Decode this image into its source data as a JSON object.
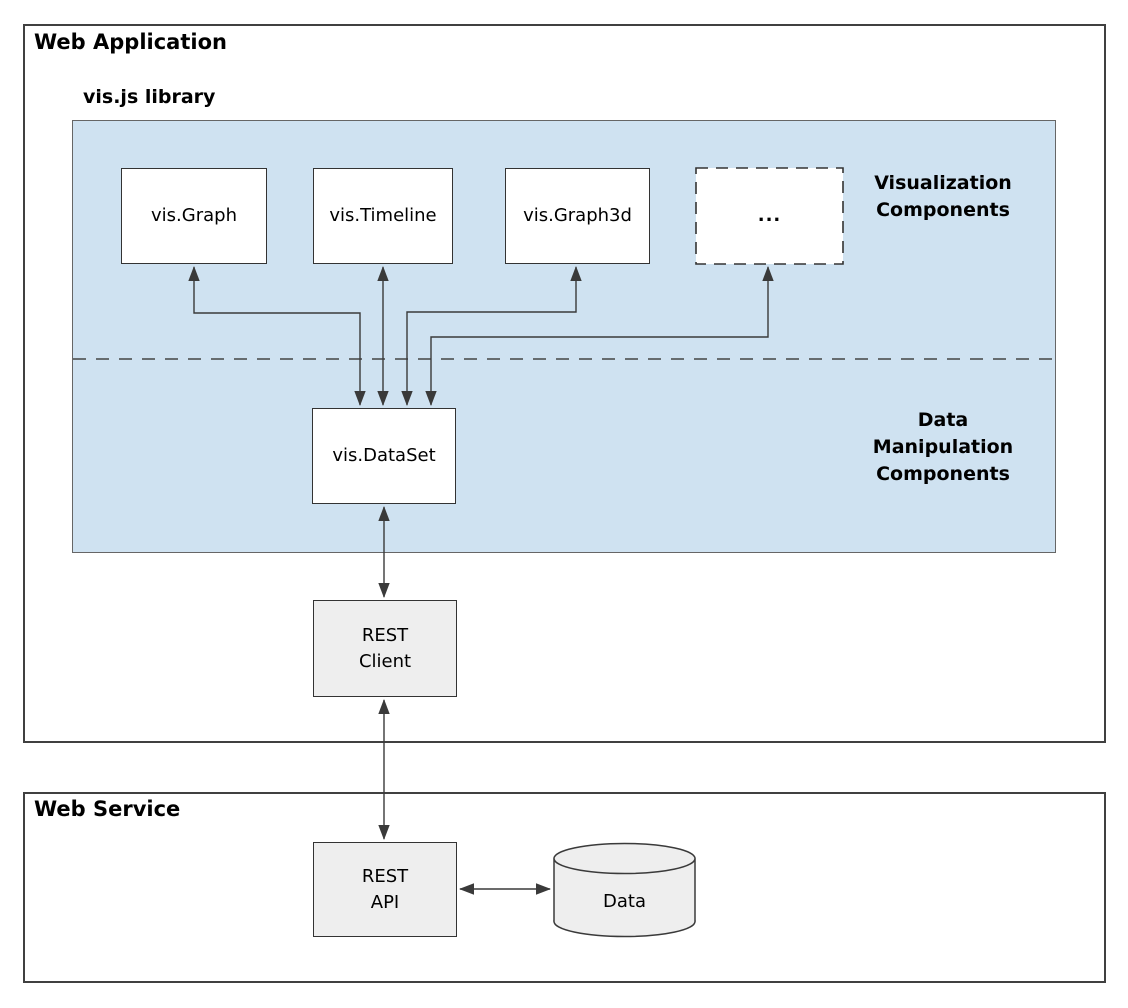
{
  "web_application": {
    "title": "Web Application",
    "vis_library": {
      "label": "vis.js library",
      "visualization_components": [
        {
          "label": "vis.Graph"
        },
        {
          "label": "vis.Timeline"
        },
        {
          "label": "vis.Graph3d"
        },
        {
          "label": "...",
          "style": "dashed-placeholder"
        }
      ],
      "visualization_group_label": {
        "line1": "Visualization",
        "line2": "Components"
      },
      "data_group_label": {
        "line1": "Data",
        "line2": "Manipulation",
        "line3": "Components"
      },
      "dataset": {
        "label": "vis.DataSet"
      }
    },
    "rest_client": {
      "line1": "REST",
      "line2": "Client"
    }
  },
  "web_service": {
    "title": "Web Service",
    "rest_api": {
      "line1": "REST",
      "line2": "API"
    },
    "data_store": {
      "label": "Data"
    }
  },
  "connections": [
    "vis.Graph <-> vis.DataSet",
    "vis.Timeline <-> vis.DataSet",
    "vis.Graph3d <-> vis.DataSet",
    "... <-> vis.DataSet",
    "vis.DataSet <-> REST Client",
    "REST Client <-> REST API",
    "REST API <-> Data"
  ],
  "colors": {
    "library_area_fill": "#cfe2f1",
    "component_fill": "#ffffff",
    "service_fill": "#eeeeee",
    "line": "#3a3a3a",
    "background": "#ffffff"
  }
}
